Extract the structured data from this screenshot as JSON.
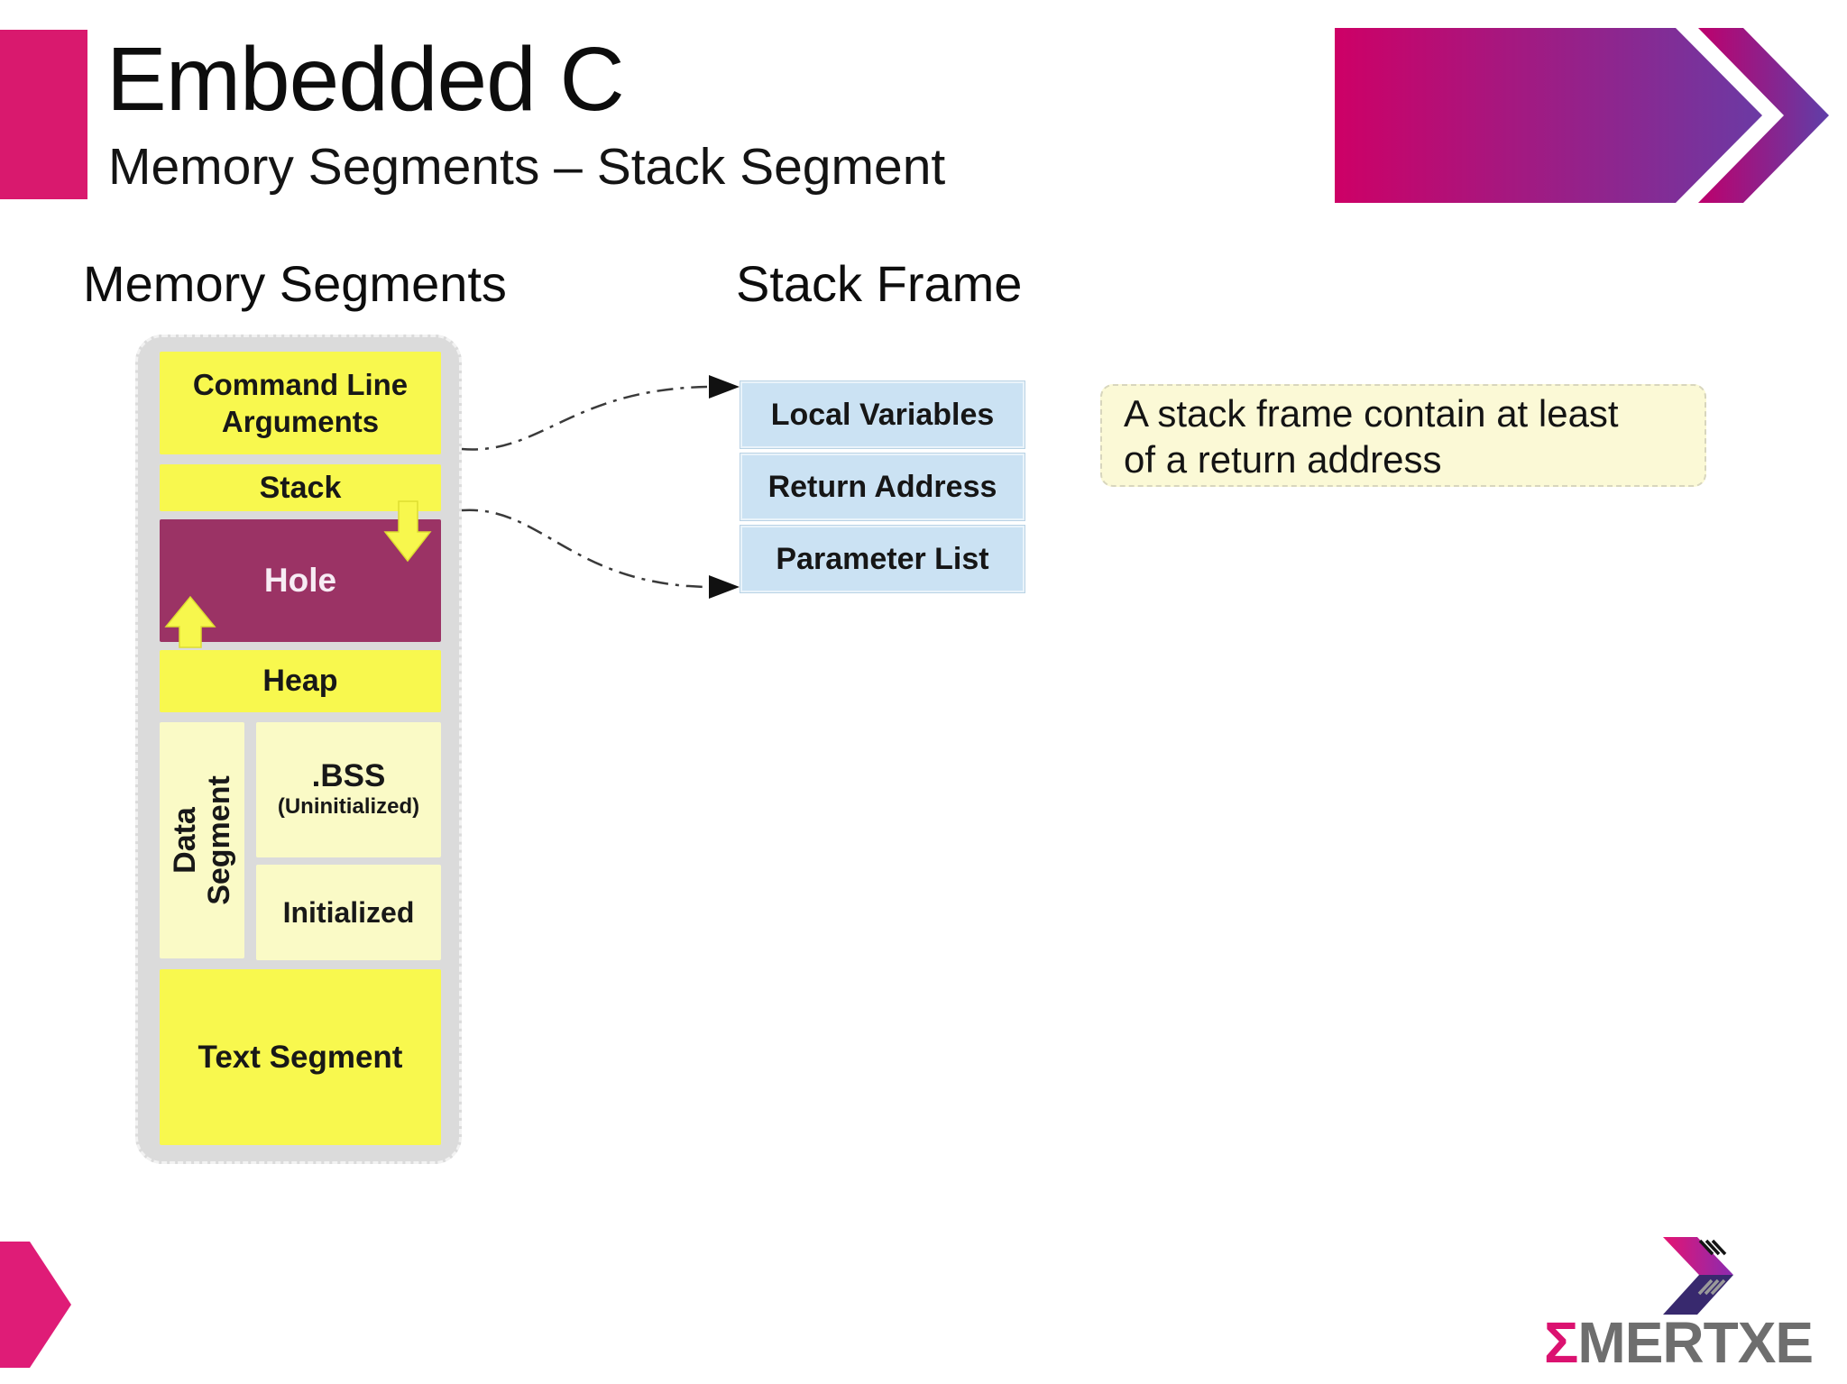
{
  "slide": {
    "title": "Embedded C",
    "subtitle": "Memory Segments – Stack Segment"
  },
  "memory_diagram": {
    "heading": "Memory Segments",
    "segments": {
      "command_line": "Command Line Arguments",
      "stack": "Stack",
      "hole": "Hole",
      "heap": "Heap",
      "data_segment": "Data Segment",
      "bss_title": ".BSS",
      "bss_subtitle": "(Uninitialized)",
      "initialized": "Initialized",
      "text_segment": "Text Segment"
    }
  },
  "stack_frame": {
    "heading": "Stack Frame",
    "items": [
      "Local Variables",
      "Return Address",
      "Parameter List"
    ]
  },
  "note": {
    "line1": "A stack frame contain at least",
    "line2": "of a return address"
  },
  "logo": {
    "sigma": "Σ",
    "rest": "MERTXE"
  },
  "colors": {
    "accent_pink": "#D9196E",
    "gradient_start": "#CE0066",
    "gradient_end": "#6B3AA4",
    "segment_yellow": "#F8F84E",
    "segment_pale_yellow": "#FAFAC6",
    "hole_maroon": "#9B3365",
    "container_gray": "#DBDBDB",
    "frame_blue": "#CBE2F3",
    "note_cream": "#FBF9D6",
    "logo_gray": "#6E6E6E",
    "logo_navy": "#38296E"
  }
}
